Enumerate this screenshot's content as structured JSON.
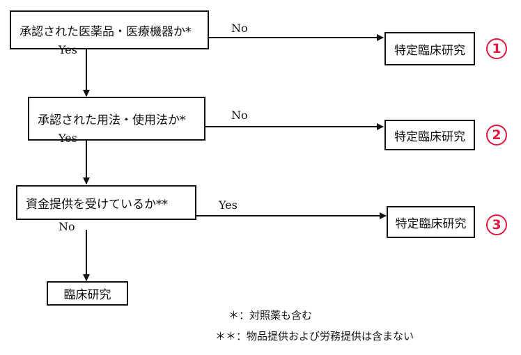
{
  "questions": [
    {
      "text": "承認された医薬品・医療機器か*",
      "exit_label": "No",
      "down_label": "Yes",
      "outcome": "特定臨床研究",
      "number": "1"
    },
    {
      "text": "承認された用法・使用法か*",
      "exit_label": "No",
      "down_label": "Yes",
      "outcome": "特定臨床研究",
      "number": "2"
    },
    {
      "text": "資金提供を受けているか**",
      "exit_label": "Yes",
      "down_label": "No",
      "outcome": "特定臨床研究",
      "number": "3"
    }
  ],
  "final": {
    "text": "臨床研究"
  },
  "notes": [
    {
      "text": "＊：対照薬も含む"
    },
    {
      "text": "＊＊：物品提供および労務提供は含まない"
    }
  ],
  "colors": {
    "line": "#111111",
    "accent": "#e5173f"
  }
}
